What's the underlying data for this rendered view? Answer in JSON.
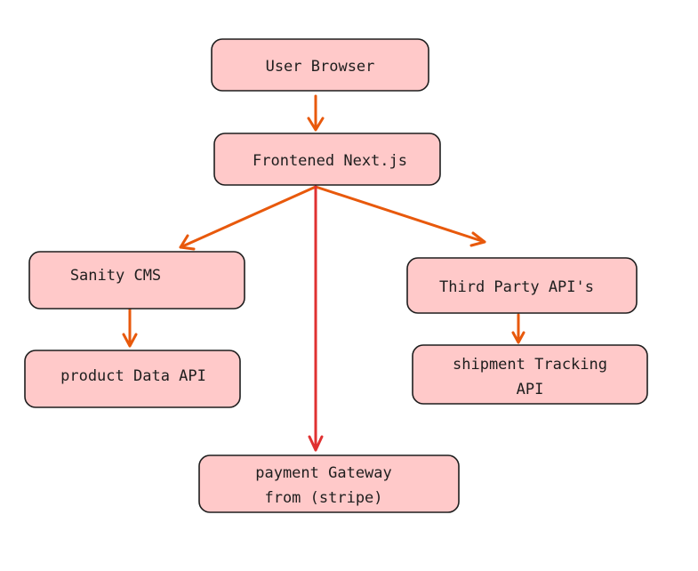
{
  "colors": {
    "node_fill": "#ffc9c9",
    "node_stroke": "#1e1e1e",
    "arrow_orange": "#e8590c",
    "arrow_red": "#e03131"
  },
  "nodes": {
    "user_browser": {
      "lines": [
        "User Browser"
      ]
    },
    "frontend": {
      "lines": [
        "Frontened Next.js"
      ]
    },
    "sanity_cms": {
      "lines": [
        "Sanity CMS"
      ]
    },
    "third_party": {
      "lines": [
        "Third Party API's"
      ]
    },
    "product_api": {
      "lines": [
        "product Data API"
      ]
    },
    "shipment_api": {
      "lines": [
        "shipment Tracking",
        "API"
      ]
    },
    "payment": {
      "lines": [
        "payment Gateway",
        "from (stripe)"
      ]
    }
  }
}
